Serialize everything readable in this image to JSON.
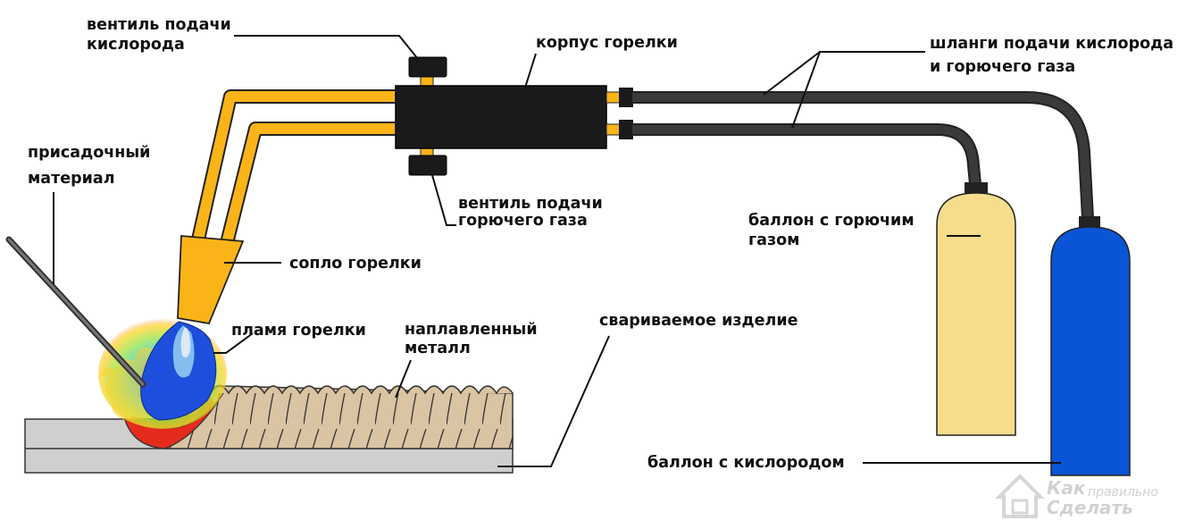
{
  "labels": {
    "oxygen_valve": [
      "вентиль подачи",
      "кислорода"
    ],
    "torch_body": "корпус горелки",
    "hoses": [
      "шланги подачи кислорода",
      "и горючего газа"
    ],
    "filler": [
      "присадочный",
      "материал"
    ],
    "gas_valve": [
      "вентиль подачи",
      "горючего газа"
    ],
    "gas_cylinder": [
      "баллон с горючим",
      "газом"
    ],
    "nozzle": "сопло горелки",
    "flame": "пламя горелки",
    "deposited_metal": [
      "наплавленный",
      "металл"
    ],
    "workpiece": "свариваемое изделие",
    "oxygen_cylinder": "баллон с кислородом"
  },
  "watermark": {
    "line1a": "Как",
    "line1b": "правильно",
    "line2": "Сделать"
  },
  "colors": {
    "tube_yellow": "#fbb417",
    "torch_body": "#1a1a1a",
    "hose": "#333333",
    "gas_cylinder": "#f5dd8c",
    "oxygen_cylinder": "#0a55d6",
    "workpiece": "#cfcfcf",
    "weld_bead": "#d9c4a3",
    "flame_core": "#1e4fdc",
    "molten_pool": "#e52b1c"
  }
}
